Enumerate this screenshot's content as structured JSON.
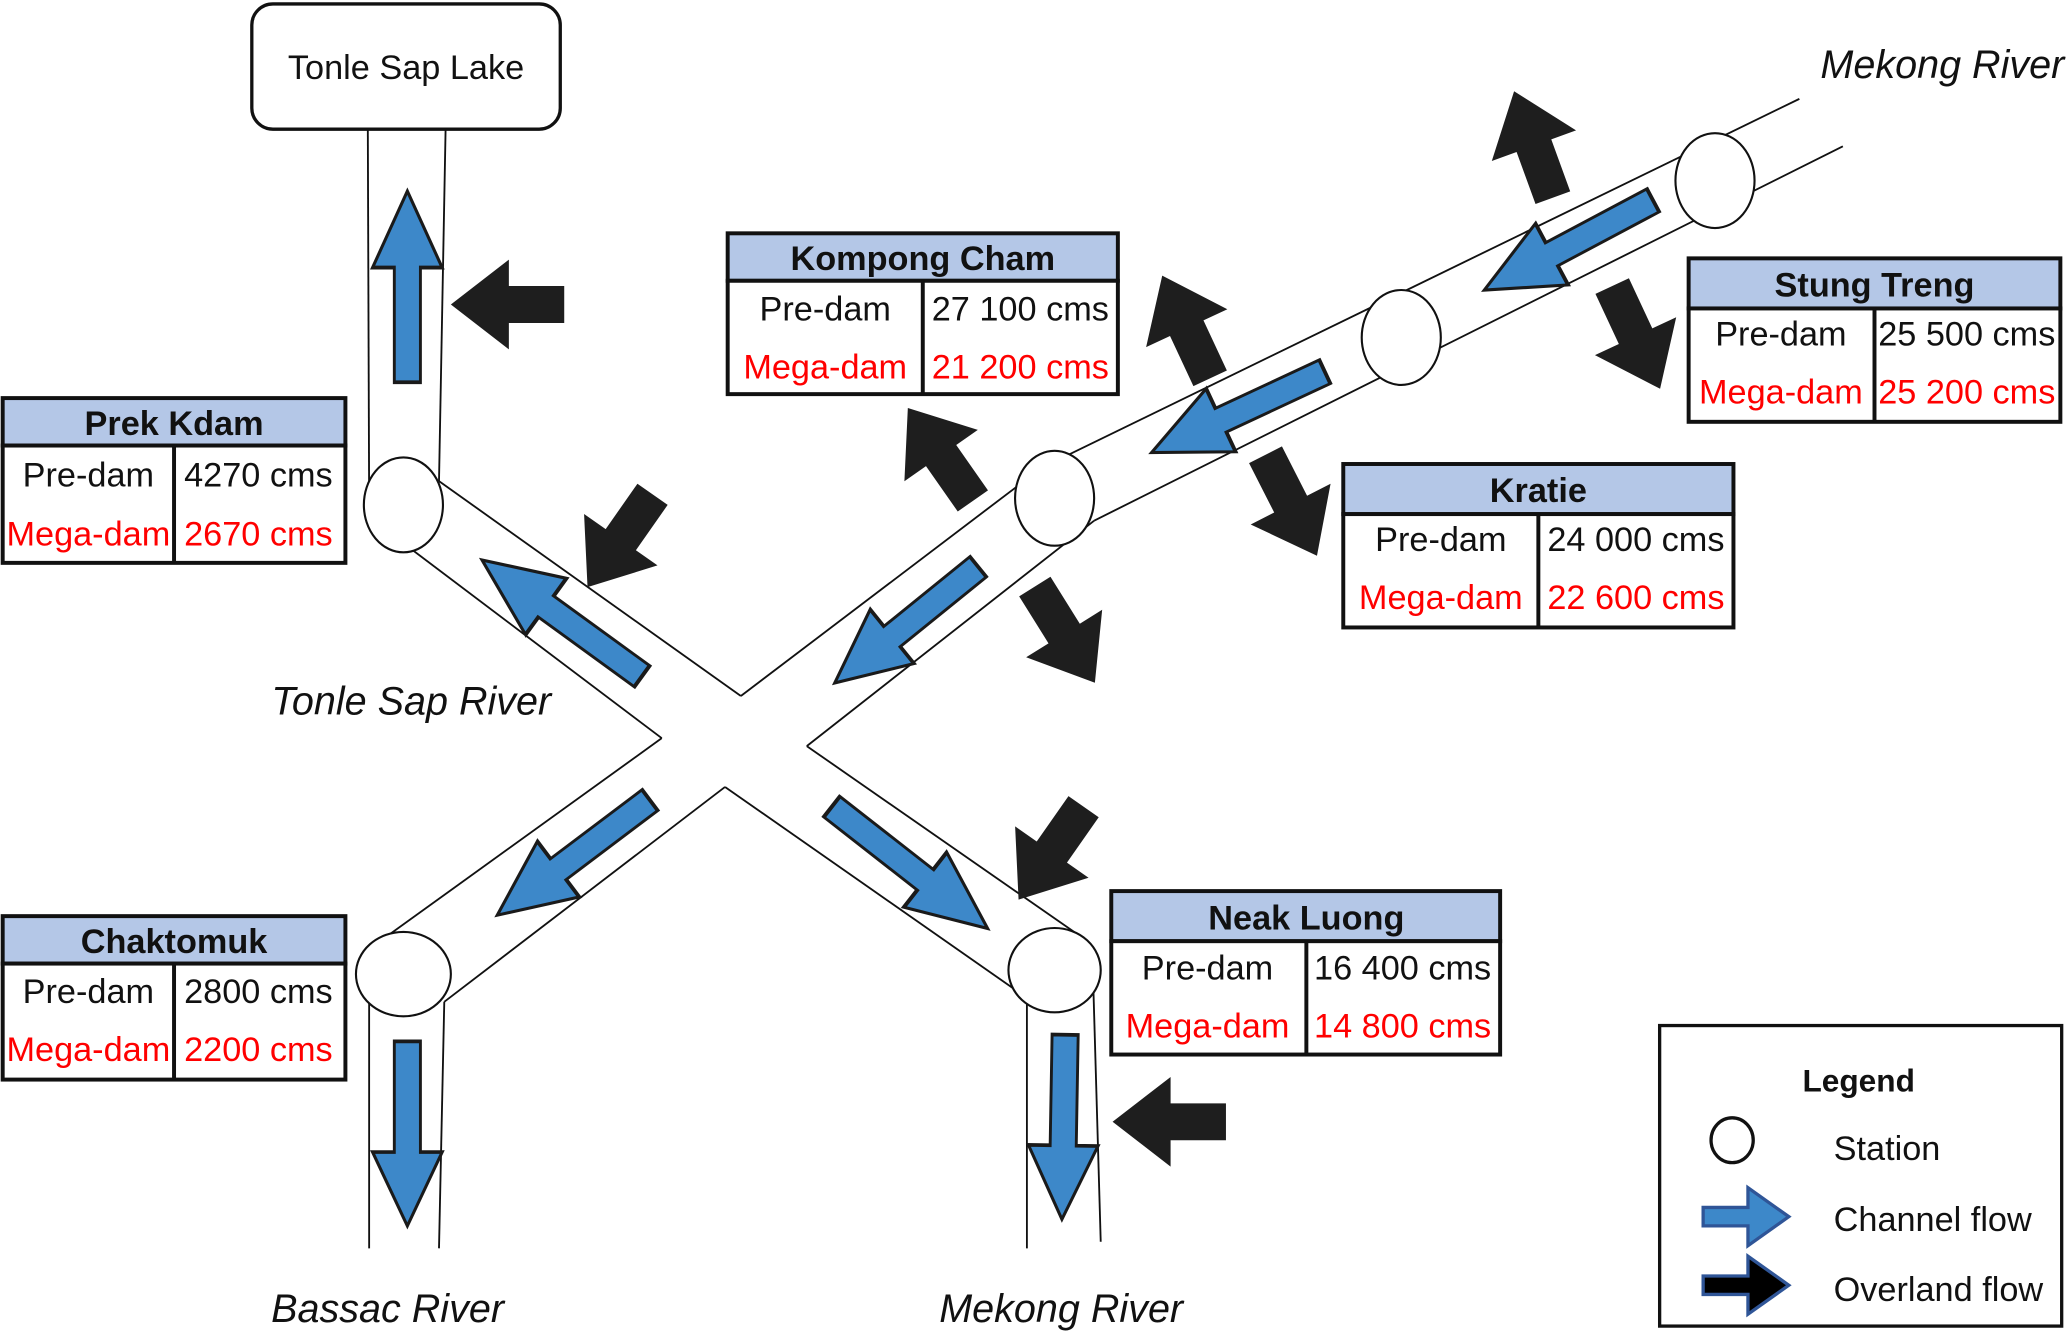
{
  "lake": {
    "label": "Tonle Sap Lake"
  },
  "river_labels": {
    "mekong_upstream": "Mekong River",
    "tonle_sap": "Tonle Sap River",
    "bassac": "Bassac River",
    "mekong_downstream": "Mekong River"
  },
  "row_labels": {
    "pre": "Pre-dam",
    "mega": "Mega-dam"
  },
  "stations": [
    {
      "name": "Stung Treng",
      "pre_dam": "25 500 cms",
      "mega_dam": "25 200 cms"
    },
    {
      "name": "Kratie",
      "pre_dam": "24 000 cms",
      "mega_dam": "22 600 cms"
    },
    {
      "name": "Kompong Cham",
      "pre_dam": "27 100 cms",
      "mega_dam": "21 200 cms"
    },
    {
      "name": "Prek Kdam",
      "pre_dam": "4270 cms",
      "mega_dam": "2670 cms"
    },
    {
      "name": "Chaktomuk",
      "pre_dam": "2800 cms",
      "mega_dam": "2200 cms"
    },
    {
      "name": "Neak Luong",
      "pre_dam": "16 400 cms",
      "mega_dam": "14 800 cms"
    }
  ],
  "legend": {
    "title": "Legend",
    "items": [
      {
        "icon": "station-circle-icon",
        "label": "Station"
      },
      {
        "icon": "channel-flow-arrow-icon",
        "label": "Channel flow"
      },
      {
        "icon": "overland-flow-arrow-icon",
        "label": "Overland flow"
      }
    ]
  },
  "colors": {
    "channel_flow": "#3d88c9",
    "overland_flow": "#1e1e1e",
    "table_header": "#b4c7e7",
    "mega_dam_text": "#ff0000"
  }
}
